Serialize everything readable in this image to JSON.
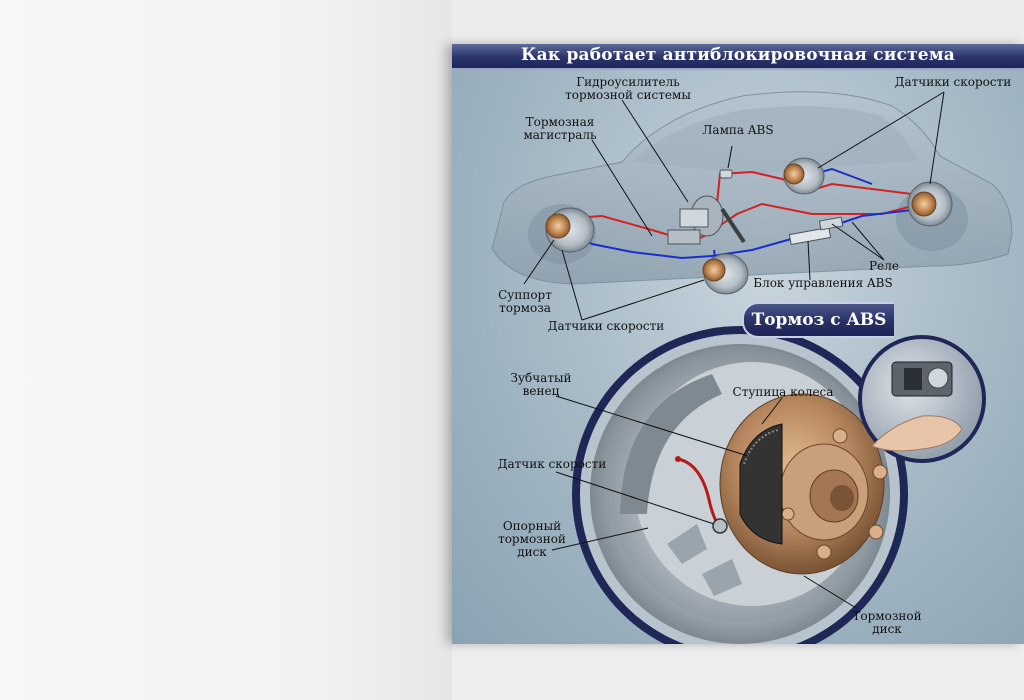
{
  "diagram": {
    "title": "Как работает антиблокировочная система",
    "subtitle": "Тормоз с ABS",
    "labels": {
      "booster": "Гидроусилитель тормозной системы",
      "brake_line": "Тормозная магистраль",
      "abs_lamp": "Лампа ABS",
      "speed_sensors_top": "Датчики скорости",
      "relay": "Реле",
      "abs_control_unit": "Блок управления ABS",
      "brake_caliper": "Суппорт тормоза",
      "speed_sensors_bottom": "Датчики скорости",
      "toothed_ring": "Зубчатый венец",
      "wheel_hub": "Ступица колеса",
      "speed_sensor": "Датчик скорости",
      "backing_plate": "Опорный тормозной диск",
      "brake_disc": "Тормозной диск"
    },
    "colors": {
      "title_bar": "#2c356b",
      "brake_line_red": "#d42020",
      "brake_line_blue": "#1a2fc8",
      "caliper": "#c9925a",
      "hub": "#b58763"
    }
  }
}
